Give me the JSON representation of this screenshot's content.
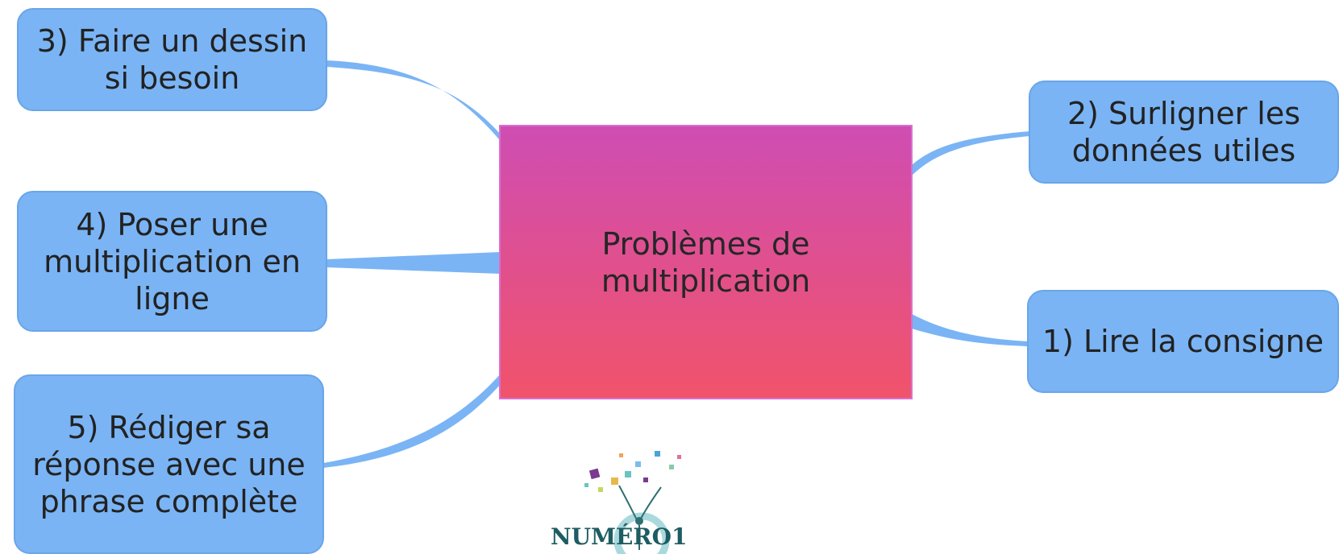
{
  "mindmap": {
    "central": {
      "label": "Problèmes de multiplication"
    },
    "branches": [
      {
        "label": "1) Lire la consigne"
      },
      {
        "label": "2) Surligner les données utiles"
      },
      {
        "label": "3) Faire un dessin si besoin"
      },
      {
        "label": "4) Poser une multiplication en ligne"
      },
      {
        "label": "5) Rédiger sa réponse avec une phrase complète"
      }
    ],
    "colors": {
      "branch_fill": "#7ab4f5",
      "connector": "#7ab4f5",
      "central_top": "#cf4db3",
      "central_bottom": "#f1536a"
    }
  },
  "logo": {
    "text": "NUMÉRO1",
    "icon": "person-with-floating-letters-icon"
  }
}
